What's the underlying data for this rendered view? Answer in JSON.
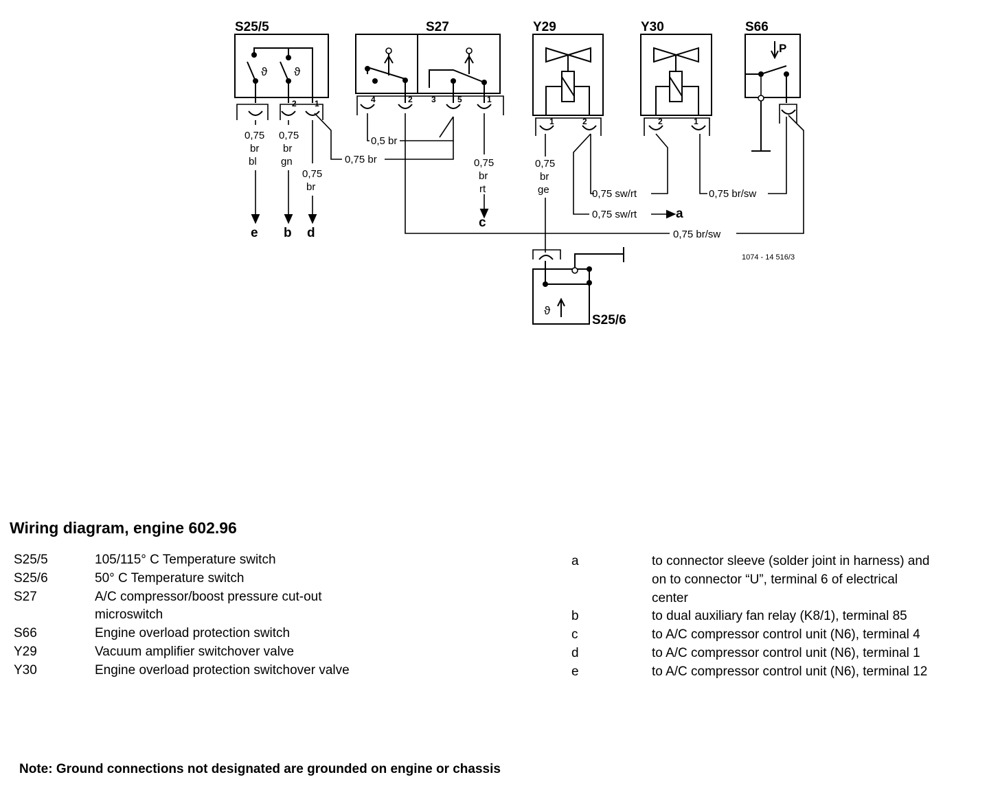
{
  "diagram": {
    "components": {
      "s25_5": "S25/5",
      "s27": "S27",
      "y29": "Y29",
      "y30": "Y30",
      "s66": "S66",
      "s25_6": "S25/6"
    },
    "pins": {
      "s25_5_2": "2",
      "s25_5_1": "1",
      "s27_4": "4",
      "s27_2": "2",
      "s27_3": "3",
      "s27_5": "5",
      "s27_1": "1",
      "y29_1": "1",
      "y29_2": "2",
      "y30_2": "2",
      "y30_1": "1"
    },
    "symbols": {
      "theta": "ϑ",
      "pressure": "P"
    },
    "wires": {
      "w_e": [
        "0,75",
        "br",
        "bl"
      ],
      "w_b": [
        "0,75",
        "br",
        "gn"
      ],
      "w_d": [
        "0,75",
        "br"
      ],
      "w_05br": "0,5 br",
      "w_075br": "0,75 br",
      "w_c": [
        "0,75",
        "br",
        "rt"
      ],
      "w_y29": [
        "0,75",
        "br",
        "ge"
      ],
      "w_swrt1": "0,75 sw/rt",
      "w_brsw1": "0,75 br/sw",
      "w_swrt2": "0,75 sw/rt",
      "w_brsw2": "0,75 br/sw"
    },
    "ends": {
      "e": "e",
      "b": "b",
      "d": "d",
      "c": "c",
      "a": "a"
    },
    "ref": "1074 - 14 516/3"
  },
  "legend": {
    "title": "Wiring diagram, engine 602.96",
    "items": [
      {
        "code": "S25/5",
        "desc": "105/115° C Temperature switch"
      },
      {
        "code": "S25/6",
        "desc": "50° C  Temperature switch"
      },
      {
        "code": "S27",
        "desc": "A/C compressor/boost pressure cut-out"
      },
      {
        "code": "",
        "desc": "microswitch"
      },
      {
        "code": "S66",
        "desc": "Engine overload protection switch"
      },
      {
        "code": "Y29",
        "desc": "Vacuum amplifier switchover valve"
      },
      {
        "code": "Y30",
        "desc": "Engine overload protection switchover valve"
      }
    ],
    "destinations": [
      {
        "key": "a",
        "text": "to connector sleeve (solder joint in harness) and"
      },
      {
        "key": "",
        "text": "on to connector “U”, terminal 6 of electrical"
      },
      {
        "key": "",
        "text": "center"
      },
      {
        "key": "b",
        "text": "to dual auxiliary fan relay (K8/1), terminal 85"
      },
      {
        "key": "c",
        "text": "to A/C compressor control unit (N6), terminal 4"
      },
      {
        "key": "d",
        "text": "to A/C compressor control unit (N6), terminal 1"
      },
      {
        "key": "e",
        "text": "to A/C compressor control unit (N6), terminal 12"
      }
    ]
  },
  "note": "Note:  Ground connections not designated are grounded on engine or chassis"
}
